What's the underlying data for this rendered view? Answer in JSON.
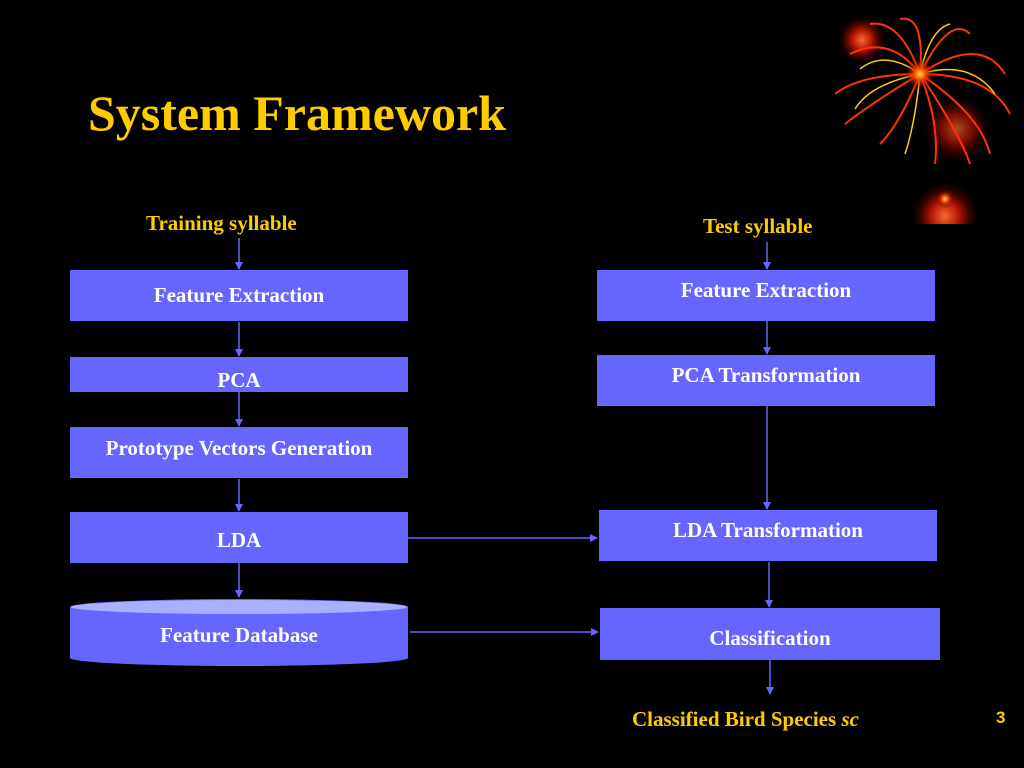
{
  "slide": {
    "title": "System Framework",
    "page_number": "3"
  },
  "training": {
    "input_label": "Training syllable",
    "steps": [
      "Feature Extraction",
      "PCA",
      "Prototype Vectors Generation",
      "LDA"
    ],
    "database": "Feature Database"
  },
  "test": {
    "input_label": "Test syllable",
    "steps": [
      "Feature Extraction",
      "PCA Transformation",
      "LDA Transformation",
      "Classification"
    ],
    "output_label": "Classified Bird Species ",
    "output_symbol": "sc"
  },
  "colors": {
    "background": "#000000",
    "title": "#ffcc00",
    "box": "#6666ff",
    "box_text": "#ffffff",
    "arrow": "#6666ff"
  },
  "decoration": "fireworks"
}
